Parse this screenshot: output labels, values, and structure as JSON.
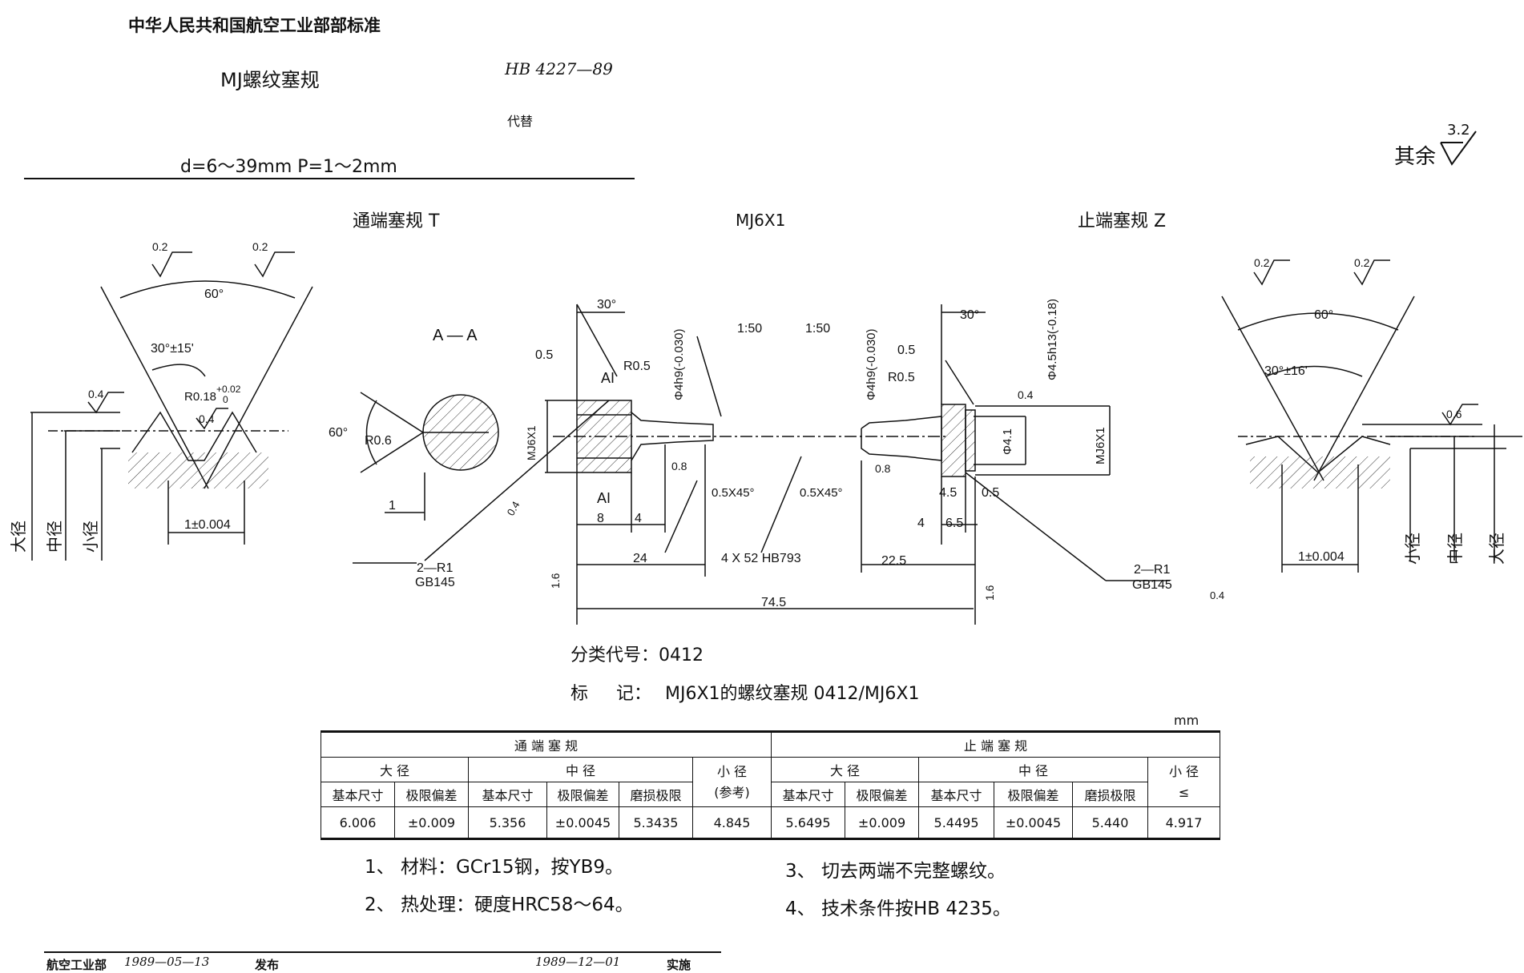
{
  "header": {
    "org": "中华人民共和国航空工业部部标准",
    "title": "MJ螺纹塞规",
    "std_no": "HB 4227—89",
    "replaces": "代替",
    "range": "d=6～39mm   P=1～2mm",
    "surface_rest": "其余",
    "surface_value": "3.2"
  },
  "views": {
    "go_gauge": "通端塞规 T",
    "size": "MJ6X1",
    "nogo_gauge": "止端塞规 Z",
    "section": "A — A"
  },
  "dims": {
    "angle60": "60°",
    "r0_2": "0.2",
    "half_go": "30°±15'",
    "half_nogo": "30°±16'",
    "r018": "R0.18",
    "tol_002": "+0.02",
    "tol_0": "0",
    "r04": "0.4",
    "r06": "0.6",
    "pitch": "1±0.004",
    "major": "大径",
    "pitch_d": "中径",
    "minor": "小径",
    "sec_angle": "60°",
    "sec_r": "R0.6",
    "sec_1": "1",
    "a30": "30°",
    "d05": "0.5",
    "r05": "R0.5",
    "phi4h9": "Φ4h9(-0.030)",
    "taper": "1:50",
    "phi45h13": "Φ4.5h13(-0.18)",
    "phi41": "Φ4.1",
    "mj6x1": "MJ6X1",
    "al": "AI",
    "d08": "0.8",
    "chamfer": "0.5X45°",
    "d8": "8",
    "d4": "4",
    "d45": "4.5",
    "d65": "6.5",
    "d24": "24",
    "d225": "22.5",
    "d745": "74.5",
    "pin": "4 X 52 HB793",
    "r1": "2—R1",
    "gb145": "GB145",
    "r16": "1.6"
  },
  "classification": "分类代号：0412",
  "marking_label": "标     记：",
  "marking": "MJ6X1的螺纹塞规 0412/MJ6X1",
  "table": {
    "unit": "mm",
    "go_header": "通    端    塞    规",
    "nogo_header": "止    端    塞    规",
    "major": "大    径",
    "pitch": "中          径",
    "minor": "小  径",
    "minor_ref": "(参考)",
    "minor_nogo": "小  径",
    "minor_nogo_sym": "≤",
    "basic": "基本尺寸",
    "limit": "极限偏差",
    "wear": "磨损极限",
    "row": [
      "6.006",
      "±0.009",
      "5.356",
      "±0.0045",
      "5.3435",
      "4.845",
      "5.6495",
      "±0.009",
      "5.4495",
      "±0.0045",
      "5.440",
      "4.917"
    ]
  },
  "notes": [
    "1、 材料：GCr15钢，按YB9。",
    "2、 热处理：硬度HRC58～64。",
    "3、 切去两端不完整螺纹。",
    "4、 技术条件按HB 4235。"
  ],
  "footer": {
    "issuer": "航空工业部",
    "issue_date": "1989—05—13",
    "issued": "发布",
    "impl_date": "1989—12—01",
    "implemented": "实施"
  }
}
